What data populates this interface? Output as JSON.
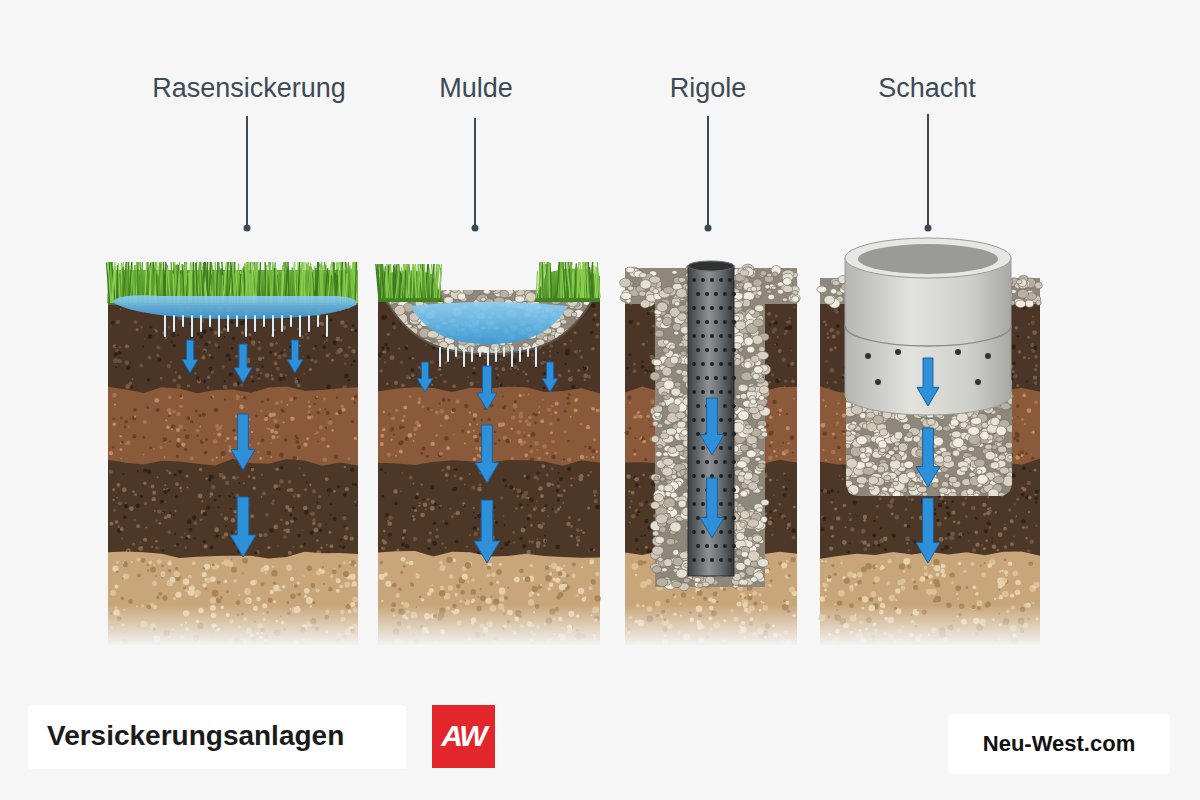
{
  "diagram": {
    "title": "Versickerungsanlagen",
    "nodes": [
      {
        "text": [
          "Rasensickerung"
        ]
      },
      {
        "text": [
          "Mulde"
        ]
      },
      {
        "text": [
          "Rigole"
        ]
      },
      {
        "text": [
          "Schacht"
        ]
      }
    ],
    "labels": [
      "AW",
      "Neu-West.com"
    ]
  }
}
